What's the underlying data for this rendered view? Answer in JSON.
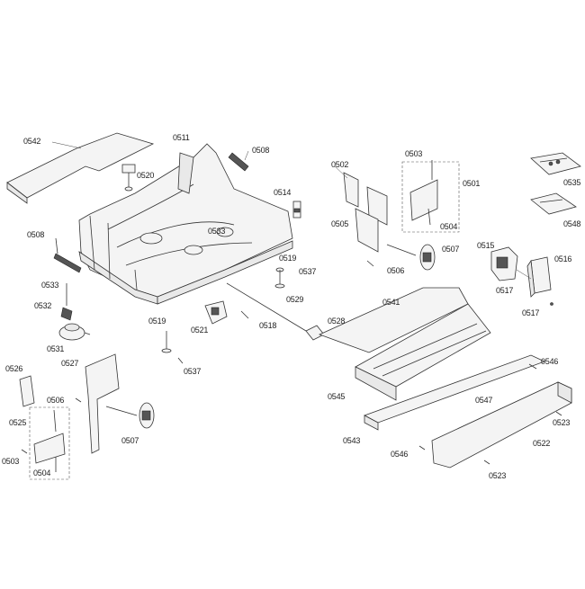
{
  "labels": {
    "l0542": "0542",
    "l0520": "0520",
    "l0511": "0511",
    "l0508a": "0508",
    "l0514": "0514",
    "l0502": "0502",
    "l0503a": "0503",
    "l0501": "0501",
    "l0535": "0535",
    "l0548": "0548",
    "l0533a": "0533",
    "l0505": "0505",
    "l0504a": "0504",
    "l0508b": "0508",
    "l0519a": "0519",
    "l0537a": "0537",
    "l0506a": "0506",
    "l0507a": "0507",
    "l0515": "0515",
    "l0516": "0516",
    "l0517a": "0517",
    "l0533b": "0533",
    "l0529": "0529",
    "l0532": "0532",
    "l0517b": "0517",
    "l0541": "0541",
    "l0519b": "0519",
    "l0521": "0521",
    "l0518": "0518",
    "l0528": "0528",
    "l0531": "0531",
    "l0537b": "0537",
    "l0526": "0526",
    "l0527": "0527",
    "l0546a": "0546",
    "l0506b": "0506",
    "l0545": "0545",
    "l0547": "0547",
    "l0525": "0525",
    "l0507b": "0507",
    "l0523a": "0523",
    "l0543": "0543",
    "l0503b": "0503",
    "l0504b": "0504",
    "l0522": "0522",
    "l0546b": "0546",
    "l0523b": "0523"
  }
}
